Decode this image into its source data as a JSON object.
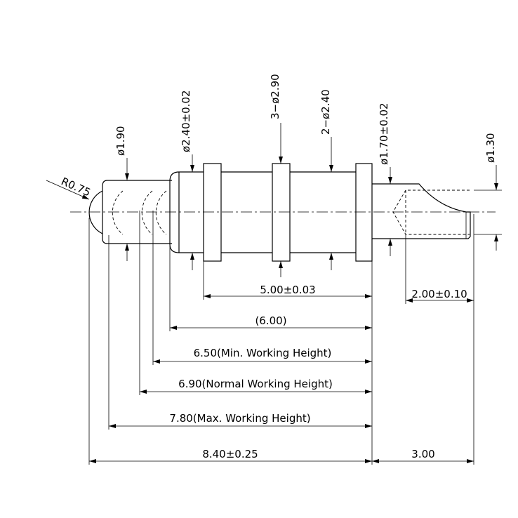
{
  "drawing": {
    "radius_label": "R0.75",
    "diameters": {
      "plunger": "ø1.90",
      "barrel": "ø2.40±0.02",
      "collars": "3−ø2.90",
      "barrel_body": "2−ø2.40",
      "tail": "ø1.70±0.02",
      "tail_tip": "ø1.30"
    },
    "dimensions": {
      "collar_span": "5.00±0.03",
      "barrel_length": "(6.00)",
      "min_height": "6.50(Min. Working Height)",
      "normal_height": "6.90(Normal Working Height)",
      "max_height": "7.80(Max. Working Height)",
      "total_length": "8.40±0.25",
      "tail_length": "3.00",
      "hole_depth": "2.00±0.10"
    }
  }
}
